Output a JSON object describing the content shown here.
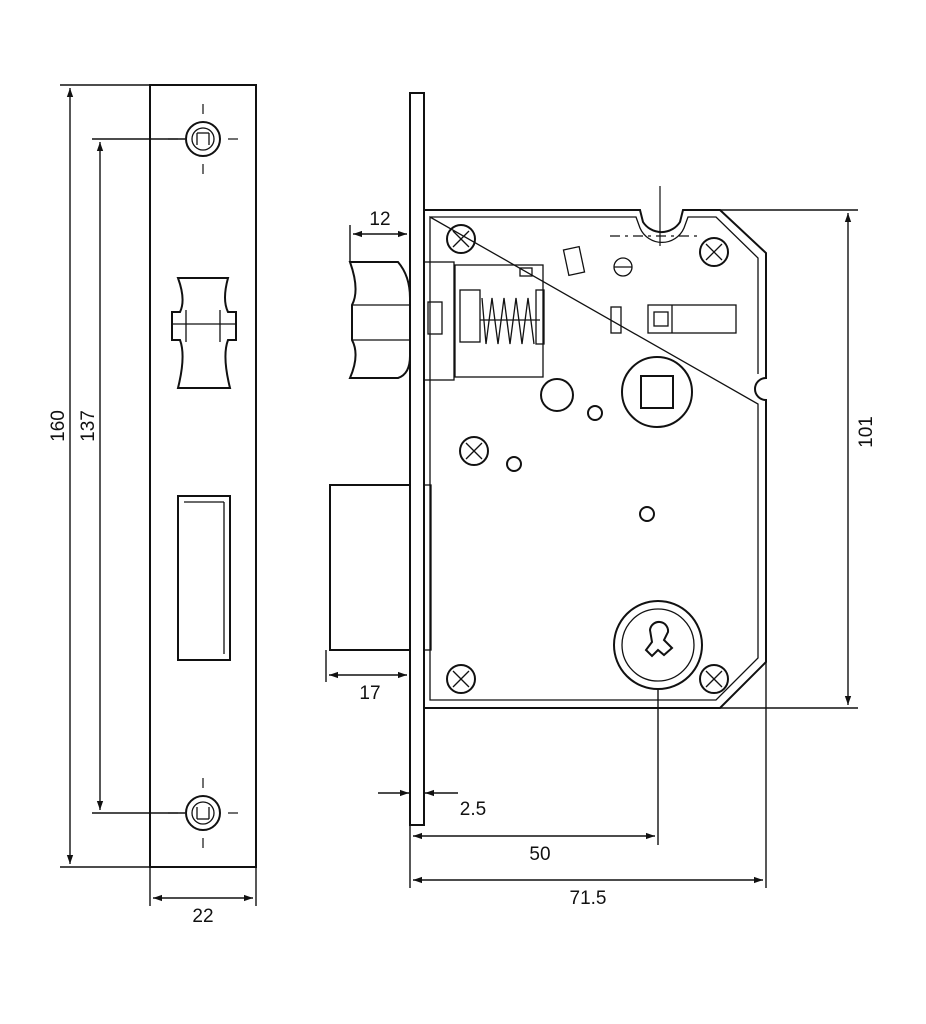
{
  "dimensions": {
    "faceplate_height": "160",
    "screw_spacing": "137",
    "faceplate_width": "22",
    "latch_projection": "12",
    "deadbolt_projection": "17",
    "faceplate_thickness": "2.5",
    "backset": "50",
    "case_depth": "71.5",
    "case_height": "101"
  },
  "colors": {
    "line": "#111111",
    "background": "#ffffff"
  }
}
